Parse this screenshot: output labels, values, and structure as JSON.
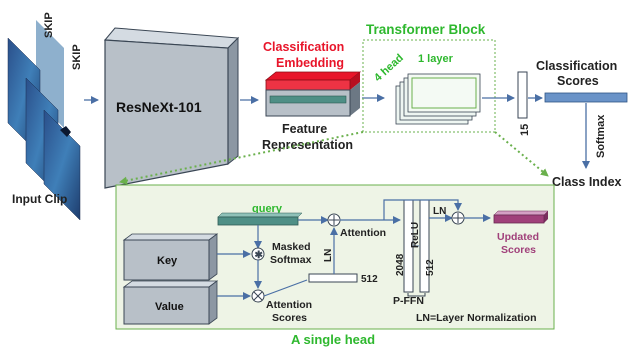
{
  "labels": {
    "skip_top": "SKIP",
    "skip_mid": "SKIP",
    "input_clip": "Input Clip",
    "backbone": "ResNeXt-101",
    "classification_embedding_1": "Classification",
    "classification_embedding_2": "Embedding",
    "feature_representation_1": "Feature",
    "feature_representation_2": "Representation",
    "transformer_block": "Transformer Block",
    "heads": "4 head",
    "layers": "1 layer",
    "dim_15": "15",
    "classification_scores_1": "Classification",
    "classification_scores_2": "Scores",
    "softmax": "Softmax",
    "class_index": "Class Index",
    "query": "query",
    "key": "Key",
    "value": "Value",
    "masked_softmax_1": "Masked",
    "masked_softmax_2": "Softmax",
    "attention": "Attention",
    "attention_scores_1": "Attention",
    "attention_scores_2": "Scores",
    "ln_left": "LN",
    "dim_512_left": "512",
    "relu": "ReLU",
    "dim_2048": "2048",
    "dim_512_right": "512",
    "ln_right": "LN",
    "pffn": "P-FFN",
    "updated_scores_1": "Updated",
    "updated_scores_2": "Scores",
    "ln_note": "LN=Layer Normalization",
    "single_head": "A single head"
  },
  "colors": {
    "green_label": "#2eb82e",
    "red_label": "#e8152a",
    "purple_label": "#a0407a",
    "gray_block": "#b8c0c8",
    "block_border": "#3a4654",
    "panel_fill": "#eef4e6",
    "teal_bar": "#4f8f86",
    "blue_box": "#6a93c8",
    "arrow_blue": "#4a6fa5"
  }
}
